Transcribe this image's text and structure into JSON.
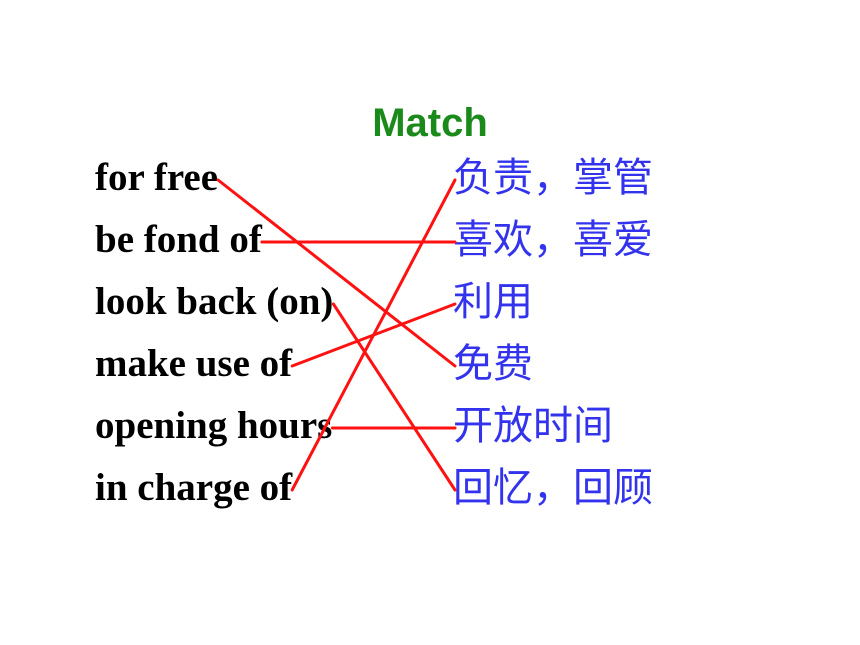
{
  "title": "Match",
  "phrases": [
    "for free",
    "be fond of",
    "look back (on)",
    "make use of",
    "opening hours",
    "in charge of"
  ],
  "meanings": [
    "负责，掌管",
    "喜欢，喜爱",
    "利用",
    "免费",
    "开放时间",
    "回忆，回顾"
  ],
  "matches": [
    {
      "phrase": 0,
      "meaning": 3
    },
    {
      "phrase": 1,
      "meaning": 1
    },
    {
      "phrase": 2,
      "meaning": 5
    },
    {
      "phrase": 3,
      "meaning": 2
    },
    {
      "phrase": 4,
      "meaning": 4
    },
    {
      "phrase": 5,
      "meaning": 0
    }
  ],
  "colors": {
    "title": "#1a8a1a",
    "phrase_text": "#000000",
    "meaning_text": "#3333ee",
    "match_line": "#ff1111"
  }
}
